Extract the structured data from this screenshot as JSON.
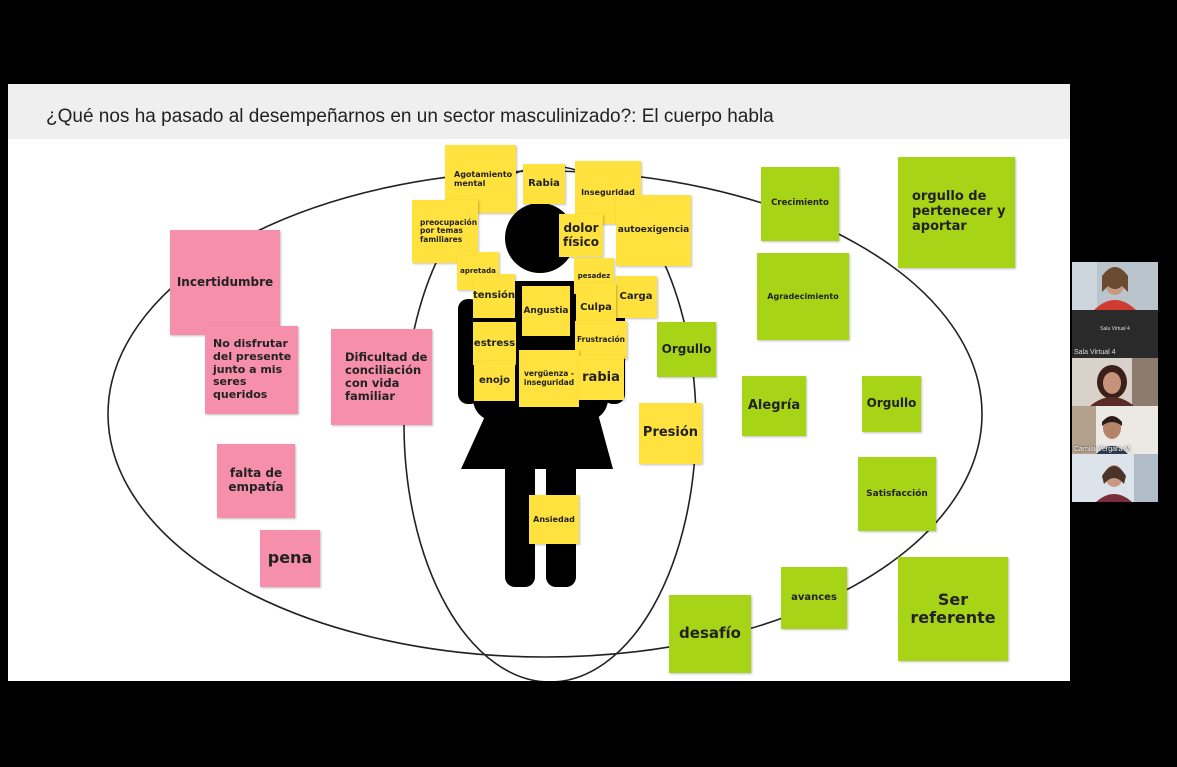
{
  "slide": {
    "title": "¿Qué nos ha pasado al  desempeñarnos en un sector masculinizado?: El  cuerpo habla",
    "colors": {
      "pink": "#f58fab",
      "yellow": "#ffe23d",
      "green": "#a8d418",
      "title_bar": "#efefef"
    },
    "pink_notes": [
      "Incertidumbre",
      "No disfrutar del presente junto a mis seres queridos",
      "Dificultad de conciliación con vida familiar",
      "falta de empatía",
      "pena"
    ],
    "yellow_notes": [
      "Agotamiento mental",
      "Rabia",
      "Inseguridad",
      "preocupación por temas familiares",
      "dolor físico",
      "autoexigencia",
      "apretada",
      "pesadez",
      "tensión",
      "Carga",
      "Angustia",
      "Culpa",
      "estress",
      "Frustración",
      "vergüenza - inseguridad",
      "rabia",
      "enojo",
      "Presión",
      "Ansiedad"
    ],
    "green_notes": [
      "Crecimiento",
      "orgullo de pertenecer y aportar",
      "Agradecimiento",
      "Orgullo",
      "Alegría",
      "Orgullo",
      "Satisfacción",
      "avances",
      "Ser referente",
      "desafío"
    ]
  },
  "video_panel": {
    "room_header": "Sala Virtual 4",
    "room_label": "Sala Virtual 4",
    "participants": [
      {
        "name": ""
      },
      {
        "name": ""
      },
      {
        "name": "Camila Vergara M."
      },
      {
        "name": ""
      }
    ]
  }
}
